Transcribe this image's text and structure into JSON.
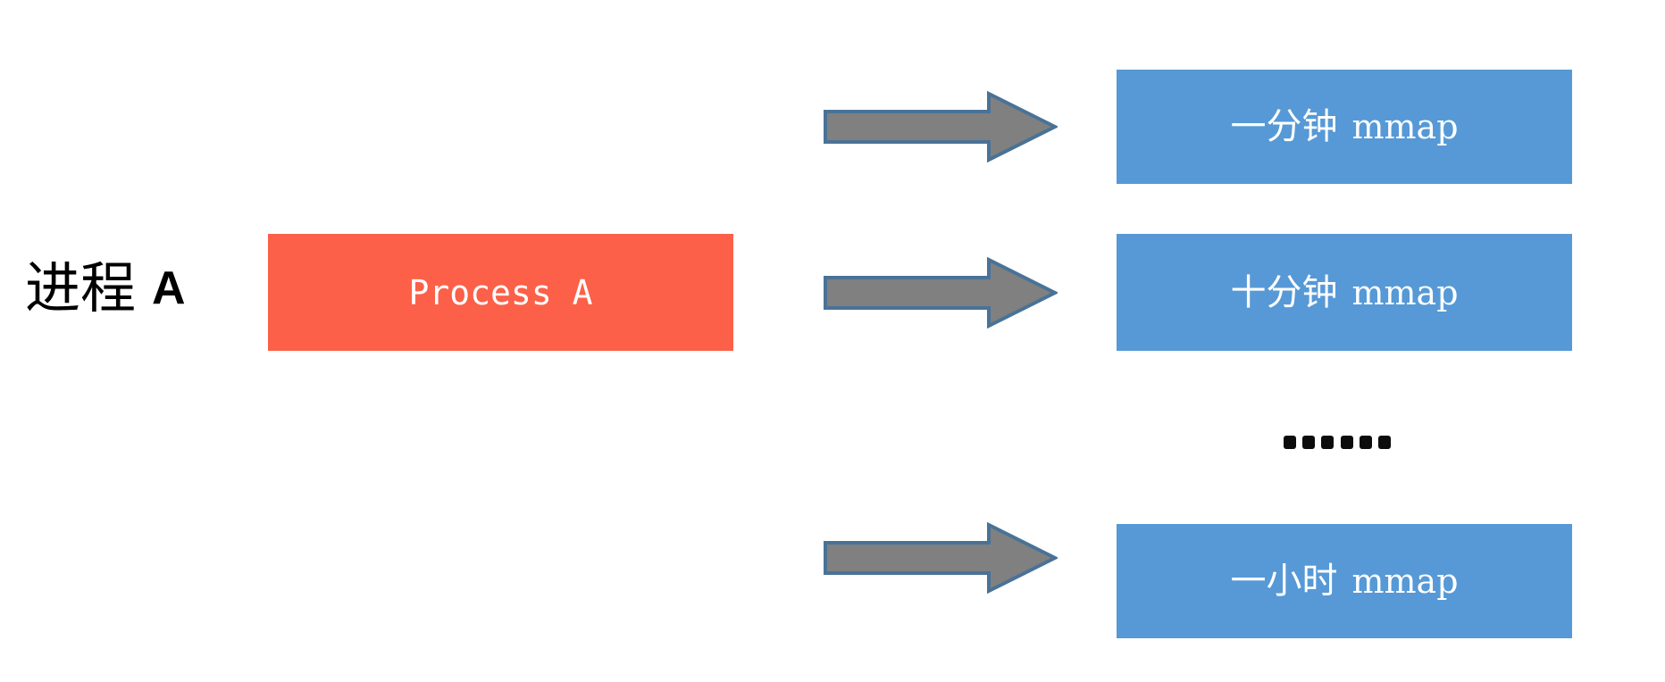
{
  "diagram": {
    "title": "Process A periodic mmap diagram",
    "colors": {
      "process_box": "#fc6048",
      "mmap_box": "#5699d6",
      "arrow_fill": "#808080",
      "arrow_stroke": "#4a7297",
      "text_light": "#ffffff",
      "text_dark": "#000000",
      "background": "#ffffff"
    },
    "left_label": {
      "cjk": "进程",
      "latin": "A"
    },
    "process_box": {
      "label": "Process A"
    },
    "ellipsis": {
      "label": "……",
      "dot_count": 6
    },
    "arrows": [
      {
        "name": "arrow-to-mmap-1",
        "direction": "right"
      },
      {
        "name": "arrow-to-mmap-2",
        "direction": "right"
      },
      {
        "name": "arrow-to-mmap-3",
        "direction": "right"
      }
    ],
    "mmap_boxes": [
      {
        "cjk": "一分钟",
        "latin": "mmap"
      },
      {
        "cjk": "十分钟",
        "latin": "mmap"
      },
      {
        "cjk": "一小时",
        "latin": "mmap"
      }
    ]
  }
}
